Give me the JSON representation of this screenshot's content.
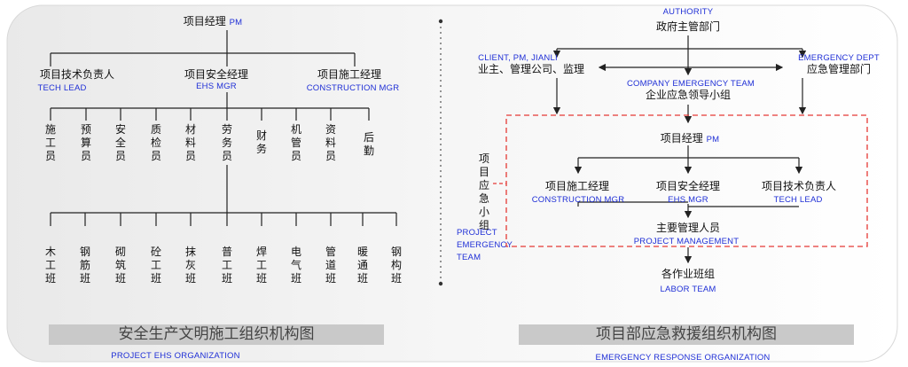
{
  "left": {
    "pm_cn": "项目经理",
    "pm_en": "PM",
    "tech_cn": "项目技术负责人",
    "tech_en": "TECH LEAD",
    "ehs_cn": "项目安全经理",
    "ehs_en": "EHS MGR",
    "con_cn": "项目施工经理",
    "con_en": "CONSTRUCTION MGR",
    "staff": [
      "施工员",
      "预算员",
      "安全员",
      "质检员",
      "材料员",
      "劳务员",
      "财务",
      "机管员",
      "资料员",
      "后勤"
    ],
    "teams": [
      "木工班",
      "钢筋班",
      "砌筑班",
      "砼工班",
      "抹灰班",
      "普工班",
      "焊工班",
      "电气班",
      "管道班",
      "暖通班",
      "钢构班"
    ],
    "title_cn": "安全生产文明施工组织机构图",
    "title_en": "PROJECT EHS ORGANIZATION"
  },
  "right": {
    "authority_en": "AUTHORITY",
    "authority_cn": "政府主管部门",
    "client_en": "CLIENT, PM, JIANLI",
    "client_cn": "业主、管理公司、监理",
    "emg_dept_en": "EMERGENCY DEPT",
    "emg_dept_cn": "应急管理部门",
    "company_en": "COMPANY EMERGENCY TEAM",
    "company_cn": "企业应急领导小组",
    "pm_cn": "项目经理",
    "pm_en": "PM",
    "con_cn": "项目施工经理",
    "con_en": "CONSTRUCTION MGR",
    "ehs_cn": "项目安全经理",
    "ehs_en": "EHS MGR",
    "tech_cn": "项目技术负责人",
    "tech_en": "TECH LEAD",
    "mgmt_cn": "主要管理人员",
    "mgmt_en": "PROJECT MANAGEMENT",
    "labor_cn": "各作业班组",
    "labor_en": "LABOR TEAM",
    "group_cn": "项目应急小组",
    "group_en_1": "PROJECT",
    "group_en_2": "EMERGENCY",
    "group_en_3": "TEAM",
    "title_cn": "项目部应急救援组织机构图",
    "title_en": "EMERGENCY RESPONSE ORGANIZATION"
  }
}
